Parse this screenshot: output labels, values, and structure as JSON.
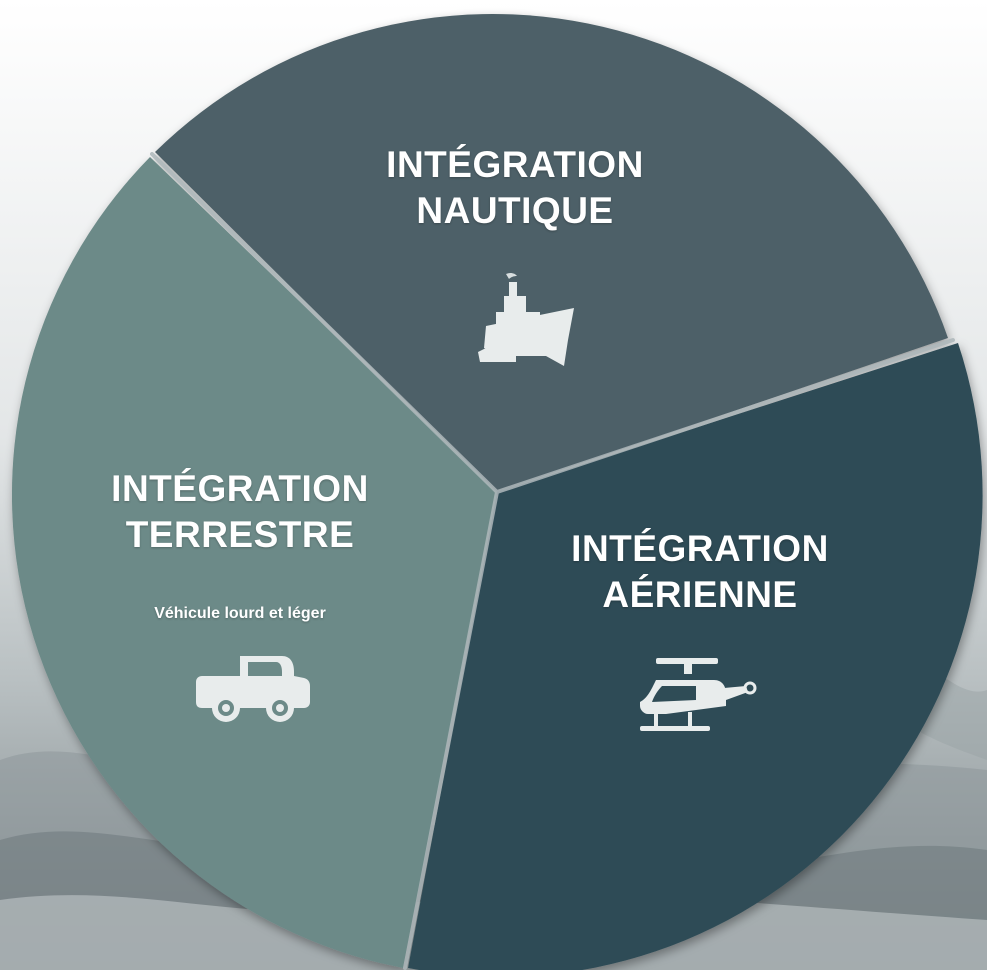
{
  "diagram": {
    "segments": [
      {
        "id": "nautique",
        "title_line1": "INTÉGRATION",
        "title_line2": "NAUTIQUE",
        "icon": "ship-icon",
        "color": "#4e6168"
      },
      {
        "id": "aerienne",
        "title_line1": "INTÉGRATION",
        "title_line2": "AÉRIENNE",
        "icon": "helicopter-icon",
        "color": "#2f4c56"
      },
      {
        "id": "terrestre",
        "title_line1": "INTÉGRATION",
        "title_line2": "TERRESTRE",
        "subtitle": "Véhicule lourd et léger",
        "icon": "truck-icon",
        "color": "#6c8a88"
      }
    ]
  }
}
